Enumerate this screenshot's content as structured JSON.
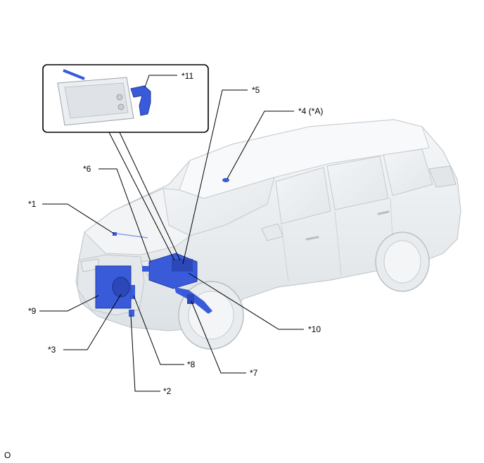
{
  "callouts": {
    "c1": "*1",
    "c2": "*2",
    "c3": "*3",
    "c4": "*4 (*A)",
    "c5": "*5",
    "c6": "*6",
    "c7": "*7",
    "c8": "*8",
    "c9": "*9",
    "c10": "*10",
    "c11": "*11"
  },
  "footer_code": "O",
  "colors": {
    "highlight": "#3a5bd9",
    "body_fill": "#eef1f3",
    "body_stroke": "#c4cacf",
    "frame": "#000000"
  }
}
